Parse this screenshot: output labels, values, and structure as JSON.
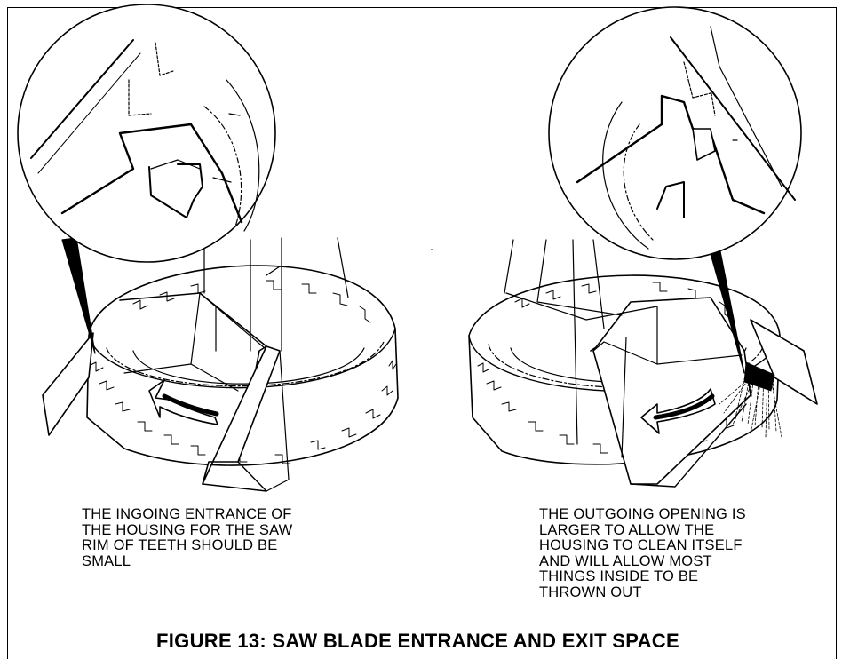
{
  "captions": {
    "left": "THE INGOING ENTRANCE OF\nTHE HOUSING FOR THE SAW\nRIM OF TEETH SHOULD BE\nSMALL",
    "right": "THE OUTGOING OPENING IS\nLARGER TO ALLOW THE\nHOUSING TO CLEAN ITSELF\nAND WILL ALLOW MOST\nTHINGS INSIDE TO BE\nTHROWN OUT"
  },
  "figure": {
    "title": "FIGURE 13: SAW BLADE ENTRANCE AND EXIT SPACE"
  },
  "icons": {
    "left_arrow": "curved-rotation-arrow",
    "right_arrow": "curved-rotation-arrow"
  }
}
